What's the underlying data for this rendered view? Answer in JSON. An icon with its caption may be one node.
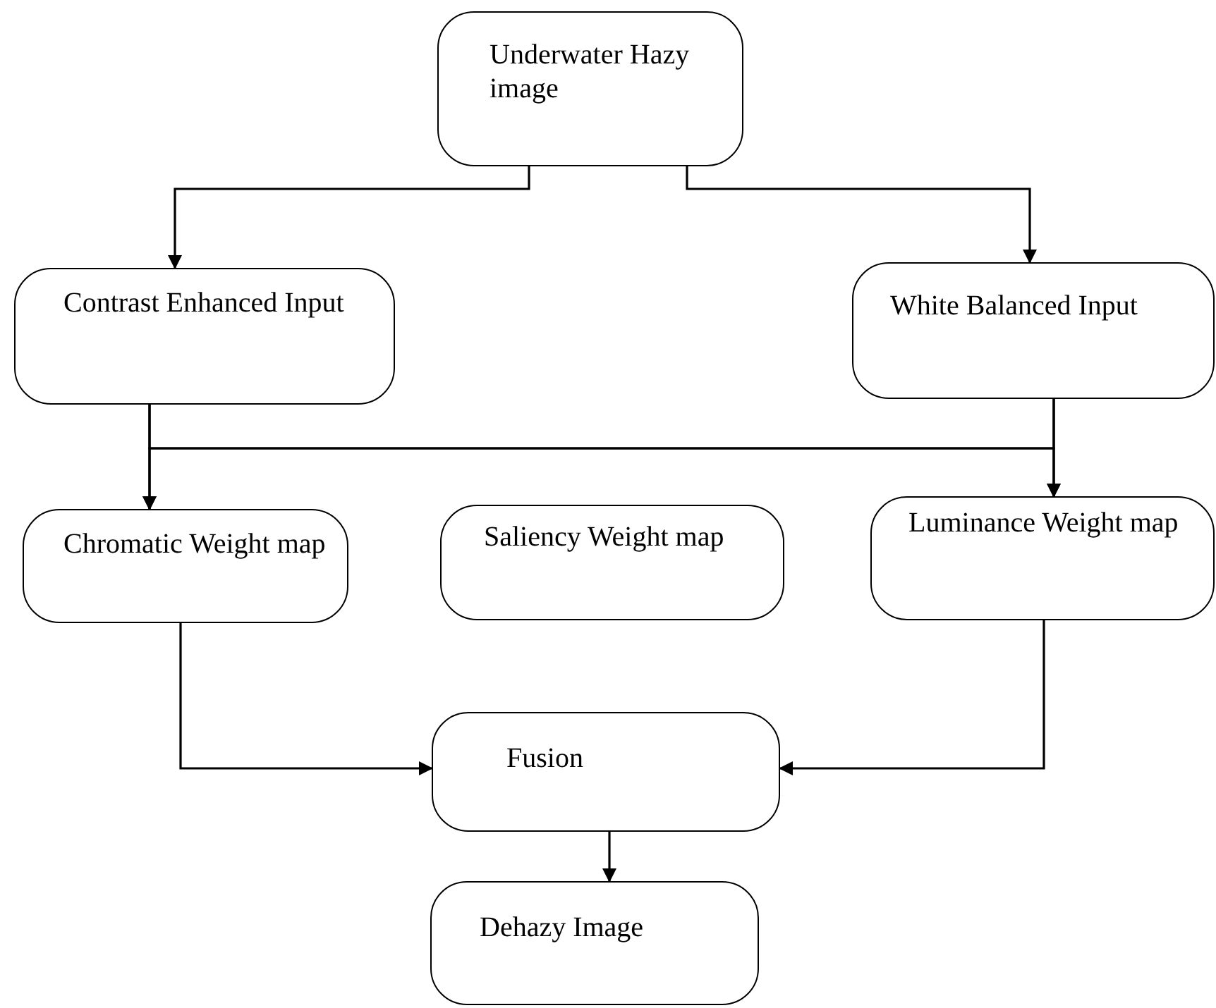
{
  "diagram": {
    "nodes": [
      {
        "text": [
          "Underwater Hazy image"
        ]
      },
      {
        "text": [
          "Contrast Enhanced Input"
        ]
      },
      {
        "text": [
          "White Balanced Input"
        ]
      },
      {
        "text": [
          "Chromatic Weight map"
        ]
      },
      {
        "text": [
          "Saliency Weight map"
        ]
      },
      {
        "text": [
          "Luminance Weight map"
        ]
      },
      {
        "text": [
          "Fusion"
        ]
      },
      {
        "text": [
          "Dehazy Image"
        ]
      }
    ],
    "edges": [
      {
        "from": 0,
        "to": 1,
        "arrow": "to"
      },
      {
        "from": 0,
        "to": 2,
        "arrow": "to"
      },
      {
        "from": 1,
        "to": 3,
        "arrow": "to"
      },
      {
        "from": 1,
        "to": 5,
        "arrow": "to"
      },
      {
        "from": 2,
        "to": 3,
        "arrow": "to"
      },
      {
        "from": 2,
        "to": 5,
        "arrow": "to"
      },
      {
        "from": 3,
        "to": 6,
        "arrow": "to"
      },
      {
        "from": 5,
        "to": 6,
        "arrow": "to"
      },
      {
        "from": 6,
        "to": 7,
        "arrow": "to"
      }
    ]
  }
}
